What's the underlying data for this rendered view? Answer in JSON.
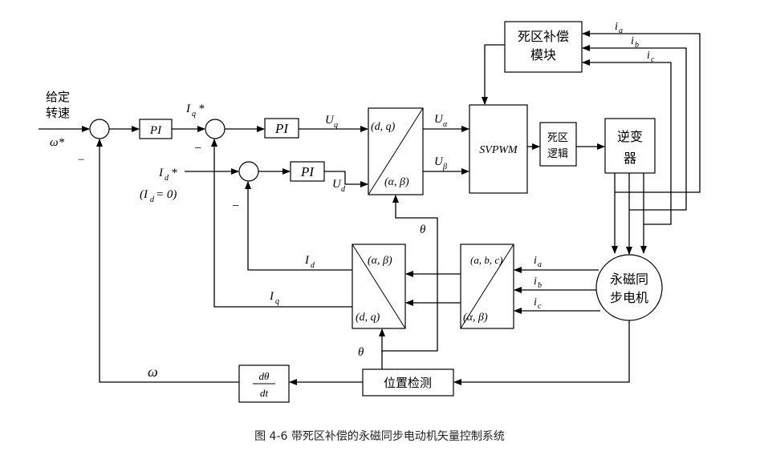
{
  "diagram": {
    "blocks": {
      "deadzone_comp": [
        "死区补偿",
        "模块"
      ],
      "pi1": "PI",
      "pi2": "PI",
      "pi3": "PI",
      "park_inv": {
        "top": "(d, q)",
        "bottom": "(α, β)"
      },
      "svpwm": "SVPWM",
      "deadzone_logic": [
        "死区",
        "逻辑"
      ],
      "inverter": [
        "逆变",
        "器"
      ],
      "park": {
        "top": "(α, β)",
        "bottom": "(d, q)"
      },
      "clarke": {
        "top": "(a, b, c)",
        "bottom": "(α, β)"
      },
      "motor": [
        "永磁同",
        "步电机"
      ],
      "pos_detect": "位置检测",
      "deriv": {
        "num": "dθ",
        "den": "dt"
      }
    },
    "labels": {
      "given_speed": [
        "给定",
        "转速"
      ],
      "omega_star": "ω*",
      "iq_star": "I",
      "iq_star_sub": "q",
      "iq_star_mark": "*",
      "id_star": "I",
      "id_star_sub": "d",
      "id_star_mark": "*",
      "id_zero_a": "(I",
      "id_zero_sub": "d",
      "id_zero_b": " = 0)",
      "uq": "U",
      "uq_sub": "q",
      "ud": "U",
      "ud_sub": "d",
      "ualpha": "U",
      "ualpha_sub": "α",
      "ubeta": "U",
      "ubeta_sub": "β",
      "ia_top": "i",
      "ia_top_sub": "a",
      "ib_top": "i",
      "ib_top_sub": "b",
      "ic_top": "i",
      "ic_top_sub": "c",
      "ia_mid": "i",
      "ia_mid_sub": "a",
      "ib_mid": "i",
      "ib_mid_sub": "b",
      "ic_mid": "i",
      "ic_mid_sub": "c",
      "theta_upper": "θ",
      "theta_lower": "θ",
      "id_fb": "I",
      "id_fb_sub": "d",
      "iq_fb": "I",
      "iq_fb_sub": "q",
      "omega": "ω",
      "minus": "−"
    },
    "caption": "图 4-6   带死区补偿的永磁同步电动机矢量控制系统"
  }
}
